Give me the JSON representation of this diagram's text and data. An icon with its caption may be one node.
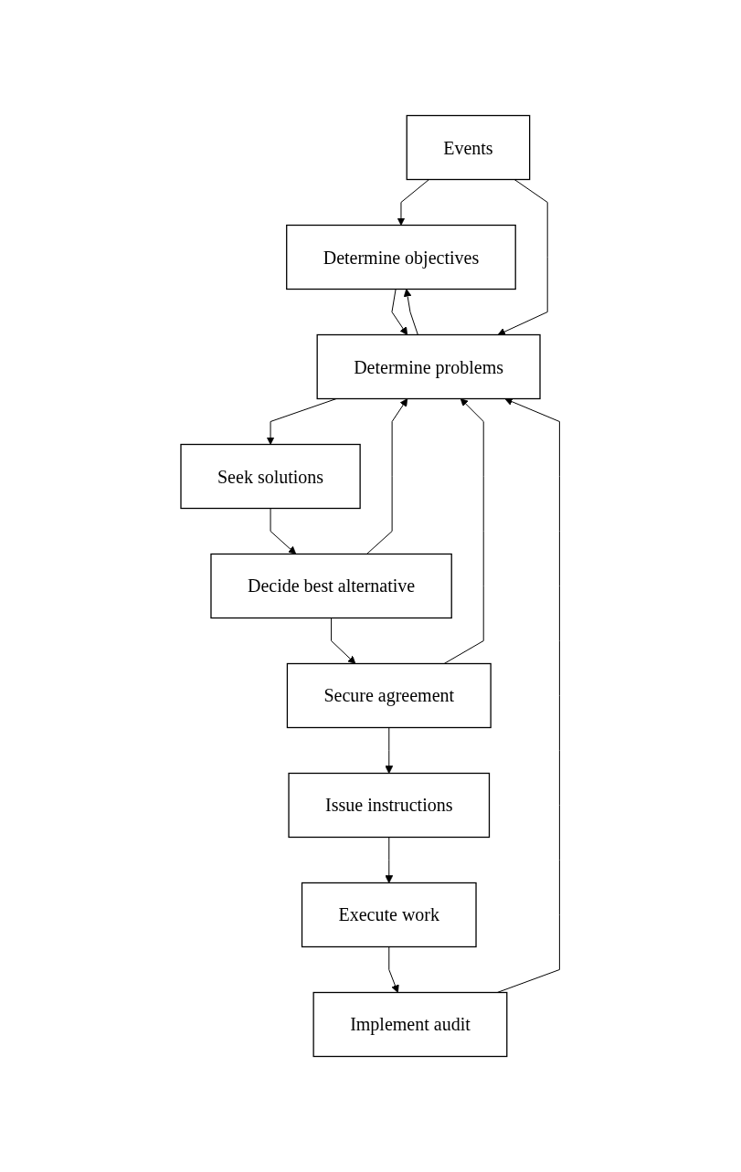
{
  "diagram": {
    "nodes": [
      {
        "text": [
          "Determine objectives"
        ]
      },
      {
        "text": [
          "Events"
        ]
      },
      {
        "text": [
          "Determine problems"
        ]
      },
      {
        "text": [
          "Seek solutions"
        ]
      },
      {
        "text": [
          "Decide best alternative"
        ]
      },
      {
        "text": [
          "Secure agreement"
        ]
      },
      {
        "text": [
          "Issue instructions"
        ]
      },
      {
        "text": [
          "Execute work"
        ]
      },
      {
        "text": [
          "Implement audit"
        ]
      }
    ],
    "edges": [
      {
        "from": 1,
        "to": 0,
        "arrow": "to"
      },
      {
        "from": 0,
        "to": 2,
        "arrow": "to"
      },
      {
        "from": 1,
        "to": 2,
        "arrow": "to"
      },
      {
        "from": 2,
        "to": 3,
        "arrow": "to"
      },
      {
        "from": 3,
        "to": 4,
        "arrow": "to"
      },
      {
        "from": 4,
        "to": 2,
        "arrow": "to"
      },
      {
        "from": 4,
        "to": 5,
        "arrow": "to"
      },
      {
        "from": 5,
        "to": 2,
        "arrow": "to"
      },
      {
        "from": 5,
        "to": 6,
        "arrow": "to"
      },
      {
        "from": 6,
        "to": 7,
        "arrow": "to"
      },
      {
        "from": 7,
        "to": 8,
        "arrow": "to"
      },
      {
        "from": 8,
        "to": 2,
        "arrow": "to"
      },
      {
        "from": 2,
        "to": 0,
        "arrow": "to"
      }
    ]
  }
}
